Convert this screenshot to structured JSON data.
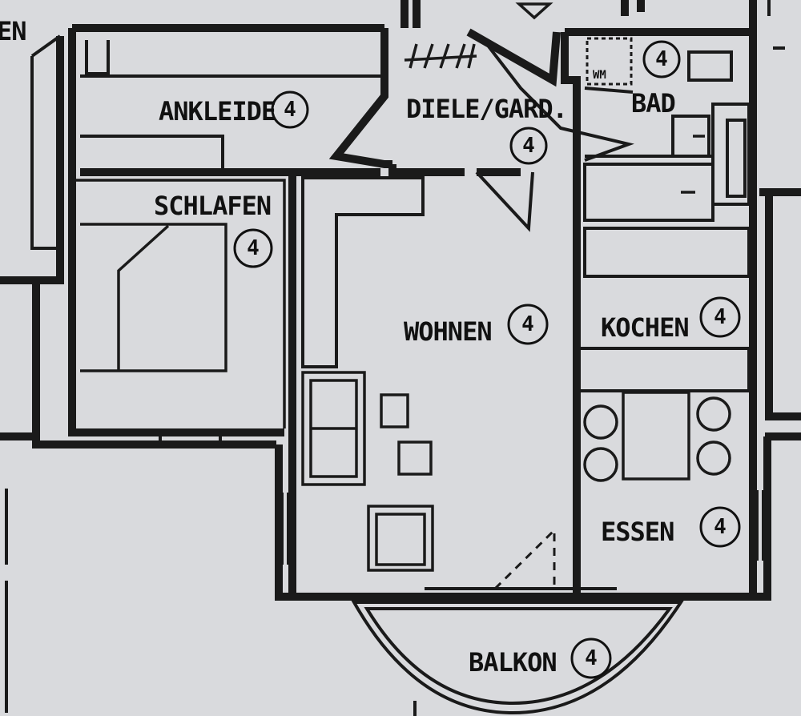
{
  "rooms": {
    "ankleide": {
      "label": "ANKLEIDE",
      "badge": "4"
    },
    "diele": {
      "label": "DIELE/GARD.",
      "badge": "4"
    },
    "bad": {
      "label": "BAD",
      "badge": "4",
      "fixture": "WM"
    },
    "schlafen": {
      "label": "SCHLAFEN",
      "badge": "4"
    },
    "wohnen": {
      "label": "WOHNEN",
      "badge": "4"
    },
    "kochen": {
      "label": "KOCHEN",
      "badge": "4"
    },
    "essen": {
      "label": "ESSEN",
      "badge": "4"
    },
    "balkon": {
      "label": "BALKON",
      "badge": "4"
    }
  },
  "neighbour_fragment": "EN"
}
